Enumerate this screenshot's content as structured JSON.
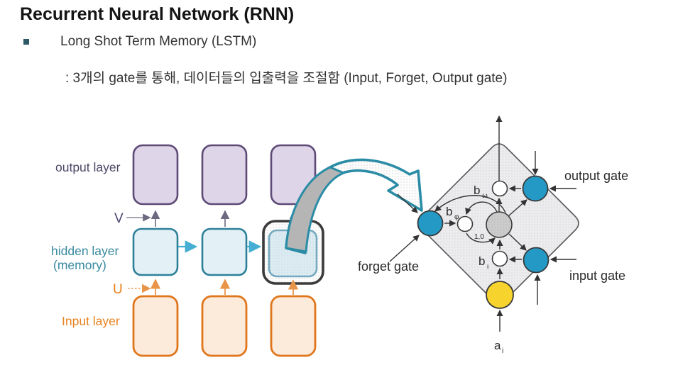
{
  "slide": {
    "title": "Recurrent Neural Network (RNN)",
    "bullet": "Long Shot Term Memory (LSTM)",
    "description": ": 3개의 gate를 통해, 데이터들의 입출력을 조절함 (Input, Forget, Output gate)"
  },
  "rnn": {
    "labels": {
      "output_layer": "output layer",
      "hidden_layer": "hidden layer",
      "hidden_layer_sub": "(memory)",
      "input_layer": "Input layer",
      "v_weight": "V",
      "u_weight": "U"
    },
    "colors": {
      "output_border": "#5d4a77",
      "output_fill": "#ded5e9",
      "hidden_border": "#2e8099",
      "hidden_fill": "#e3f1f6",
      "input_border": "#e0761c",
      "input_fill": "#fceada",
      "highlight_border": "#3b3b3b",
      "arrow_teal": "#45aed2",
      "arrow_orange": "#e8954a",
      "arrow_gray": "#6e6880"
    }
  },
  "lstm": {
    "labels": {
      "output_gate": "output gate",
      "forget_gate": "forget gate",
      "input_gate": "input gate",
      "b": "b",
      "sub_omega": "ω",
      "sub_phi": "φ",
      "sub_iota": "ι",
      "loop_weight": "1,0",
      "a": "a",
      "sub_i": "i"
    },
    "colors": {
      "gate_fill": "#2599c6",
      "cell_fill": "#c9c9c9",
      "input_node_fill": "#f6d32d",
      "diamond_fill": "#ececee",
      "big_arrow_stroke": "#2b8ca6"
    }
  }
}
